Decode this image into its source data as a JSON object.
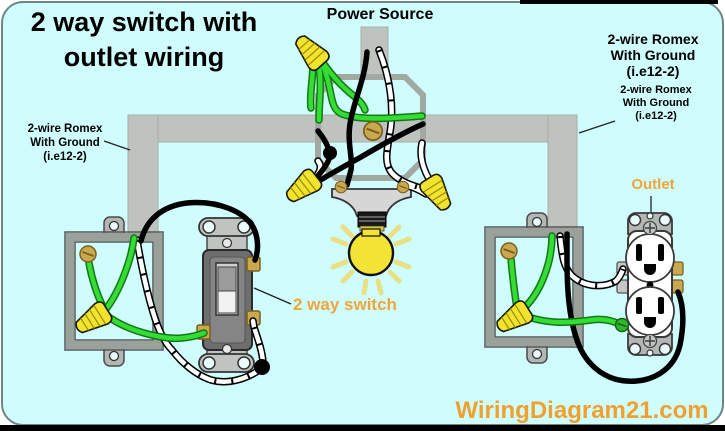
{
  "title": "2 way switch with outlet wiring",
  "power_source_label": "Power Source",
  "cable_labels": {
    "left": {
      "lines": [
        "2-wire Romex",
        "With Ground",
        "(i.e12-2)"
      ]
    },
    "right_large": {
      "lines": [
        "2-wire Romex",
        "With Ground",
        "(i.e12-2)"
      ]
    },
    "right_small": {
      "lines": [
        "2-wire Romex",
        "With Ground",
        "(i.e12-2)"
      ]
    }
  },
  "component_labels": {
    "switch": "2 way switch",
    "outlet": "Outlet"
  },
  "watermark": "WiringDiagram21.com",
  "colors": {
    "background": "#cffcfc",
    "conduit_gray": "#bfc3bf",
    "wire_green": "#35dc35",
    "wire_black": "#000000",
    "wire_white": "#ffffff",
    "wire_nut_yellow": "#f2e42e",
    "brass": "#c9a94f",
    "bulb_yellow": "#f3e335",
    "label_orange": "#f2a53a",
    "watermark_orange": "#efa02f"
  }
}
